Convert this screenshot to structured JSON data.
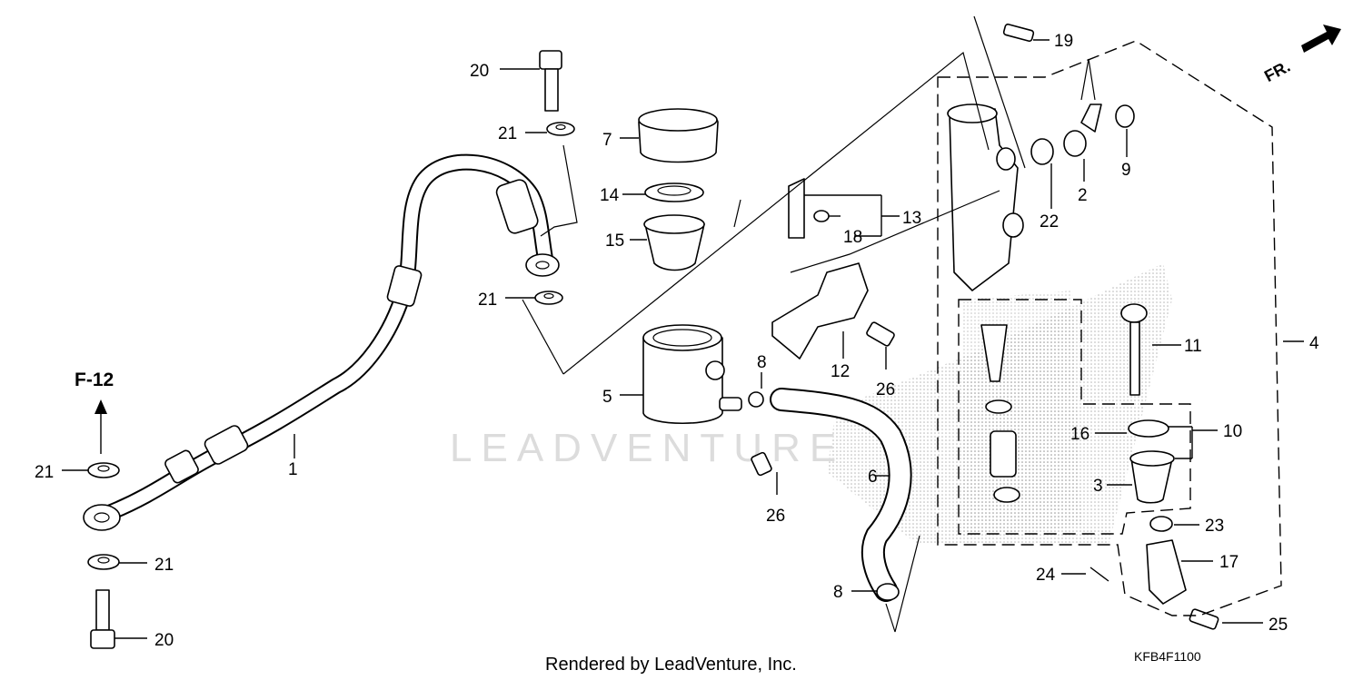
{
  "ref_labels": {
    "f12": "F-12",
    "fr": "FR."
  },
  "callouts": {
    "c1": "1",
    "c2": "2",
    "c3": "3",
    "c4": "4",
    "c5": "5",
    "c6": "6",
    "c7": "7",
    "c8a": "8",
    "c8b": "8",
    "c9": "9",
    "c10": "10",
    "c11": "11",
    "c12": "12",
    "c13": "13",
    "c14": "14",
    "c15": "15",
    "c16": "16",
    "c17": "17",
    "c18": "18",
    "c19": "19",
    "c20a": "20",
    "c20b": "20",
    "c21a": "21",
    "c21b": "21",
    "c21c": "21",
    "c21d": "21",
    "c22": "22",
    "c23": "23",
    "c24": "24",
    "c25": "25",
    "c26a": "26",
    "c26b": "26"
  },
  "watermark": "LEADVENTURE",
  "footer": {
    "credit": "Rendered by LeadVenture, Inc.",
    "diagram_code": "KFB4F1100"
  }
}
